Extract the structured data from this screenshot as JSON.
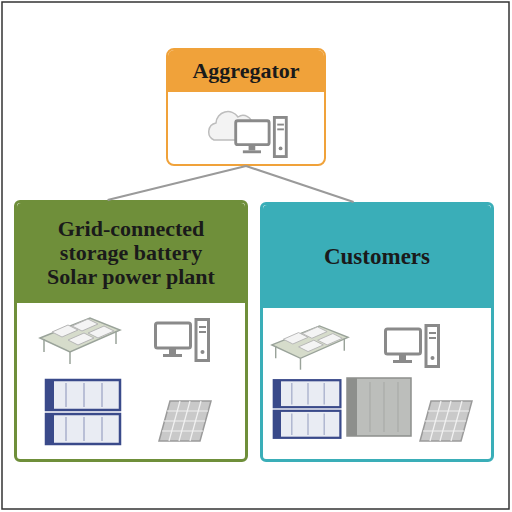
{
  "diagram": {
    "nodes": [
      {
        "text": [
          "Aggregator"
        ]
      },
      {
        "text": [
          "Grid-connected storage battery",
          "Solar power plant"
        ]
      },
      {
        "text": [
          "Customers"
        ]
      }
    ],
    "edges": [
      {
        "from": 0,
        "to": 1,
        "arrow": "none"
      },
      {
        "from": 0,
        "to": 2,
        "arrow": "none"
      }
    ]
  }
}
